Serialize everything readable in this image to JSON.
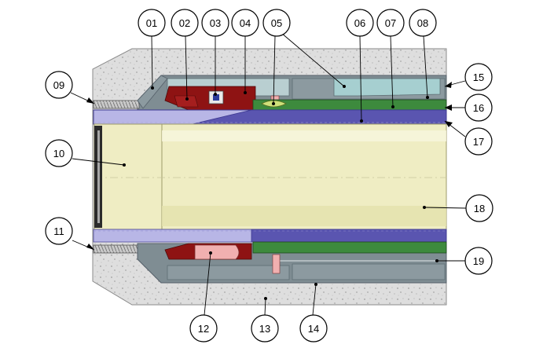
{
  "callouts": [
    {
      "id": "c01",
      "label": "01"
    },
    {
      "id": "c02",
      "label": "02"
    },
    {
      "id": "c03",
      "label": "03"
    },
    {
      "id": "c04",
      "label": "04"
    },
    {
      "id": "c05",
      "label": "05"
    },
    {
      "id": "c06",
      "label": "06"
    },
    {
      "id": "c07",
      "label": "07"
    },
    {
      "id": "c08",
      "label": "08"
    },
    {
      "id": "c09",
      "label": "09"
    },
    {
      "id": "c10",
      "label": "10"
    },
    {
      "id": "c11",
      "label": "11"
    },
    {
      "id": "c12",
      "label": "12"
    },
    {
      "id": "c13",
      "label": "13"
    },
    {
      "id": "c14",
      "label": "14"
    },
    {
      "id": "c15",
      "label": "15"
    },
    {
      "id": "c16",
      "label": "16"
    },
    {
      "id": "c17",
      "label": "17"
    },
    {
      "id": "c18",
      "label": "18"
    },
    {
      "id": "c19",
      "label": "19"
    }
  ],
  "colors": {
    "concrete": "#dcdcdc",
    "concrete_edge": "#7a7a7a",
    "gray_channel": "#8c9aa0",
    "light_teal": "#9fc6c8",
    "core_fill": "#efedc2",
    "core_edge": "#9d9a6a",
    "purple_tube": "#5a55b0",
    "lavender": "#b7b5e6",
    "dark_red": "#8e1313",
    "pink": "#f2b0b0",
    "green_band": "#3f8a3f",
    "yellow_green": "#cfe07a",
    "threaded": "#c8c8c8",
    "black_bar": "#2b2b2b"
  }
}
